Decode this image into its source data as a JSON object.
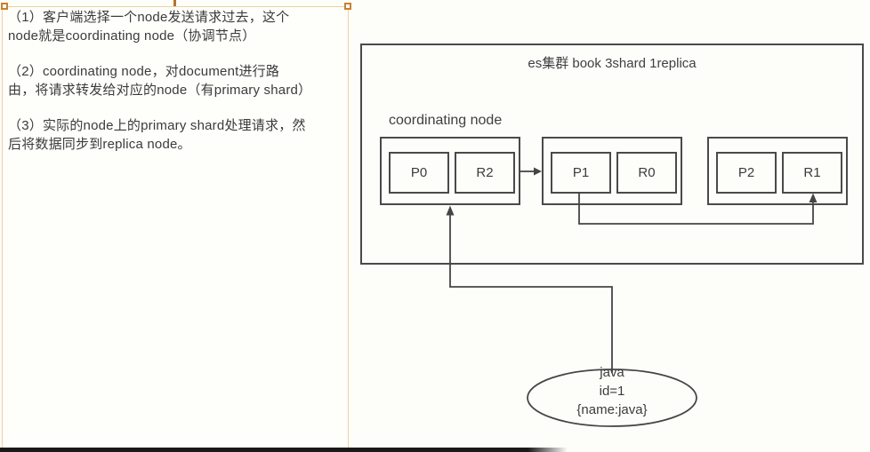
{
  "notes_panel": {
    "paragraphs": [
      "（1）客户端选择一个node发送请求过去，这个\nnode就是coordinating node（协调节点）",
      "（2）coordinating node，对document进行路\n由，将请求转发给对应的node（有primary shard）",
      "（3）实际的node上的primary shard处理请求，然\n后将数据同步到replica node。"
    ]
  },
  "diagram": {
    "cluster_title": "es集群 book 3shard 1replica",
    "coordinating_label": "coordinating node",
    "nodes": [
      {
        "shards": [
          "P0",
          "R2"
        ]
      },
      {
        "shards": [
          "P1",
          "R0"
        ]
      },
      {
        "shards": [
          "P2",
          "R1"
        ]
      }
    ],
    "document": {
      "lines": [
        "java",
        "id=1",
        "{name:java}"
      ]
    }
  },
  "colors": {
    "diagram_line": "#4a4a4a",
    "text": "#3c3c3c",
    "panel_border": "#f0d29e",
    "selection_handle": "#c9812f",
    "bottom_bar": "#191919"
  }
}
